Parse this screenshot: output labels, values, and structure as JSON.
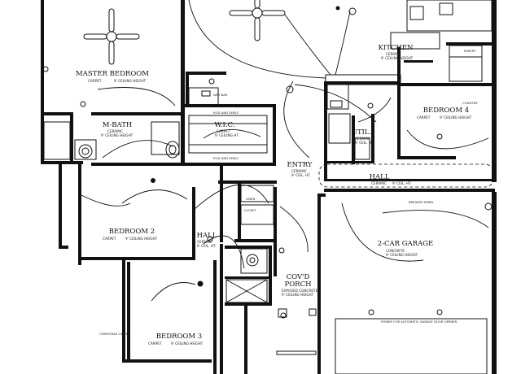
{
  "rooms": {
    "master_bedroom": {
      "name": "MASTER BEDROOM",
      "line1": "CARPET",
      "line2": "9' CEILING HEIGHT"
    },
    "m_bath": {
      "name": "M-BATH",
      "line1": "CERAMIC",
      "line2": "9' CEILING HEIGHT"
    },
    "wic": {
      "name": "W.I.C.",
      "line1": "CARPET",
      "line2": "9' CEILING HT."
    },
    "kitchen": {
      "name": "KITCHEN",
      "line1": "CERAMIC",
      "line2": "9' CEILING HEIGHT"
    },
    "bedroom4": {
      "name": "BEDROOM 4",
      "line1": "CARPET",
      "line2": "9' CEILING HEIGHT"
    },
    "entry": {
      "name": "ENTRY",
      "line1": "CERAMIC",
      "line2": "9' CEIL. HT."
    },
    "util": {
      "name": "UTIL.",
      "line1": "CERAMIC",
      "line2": "9' CEIL. HT."
    },
    "hall_east": {
      "name": "HALL",
      "line1": "CERAMIC",
      "line2": "9' CEIL. HT."
    },
    "bedroom2": {
      "name": "BEDROOM 2",
      "line1": "CARPET",
      "line2": "9' CEILING HEIGHT"
    },
    "hall_west": {
      "name": "HALL",
      "line1": "CERAMIC",
      "line2": "9' CEIL. HT."
    },
    "garage": {
      "name": "2-CAR GARAGE",
      "line1": "CONCRETE",
      "line2": "9' CEILING HEIGHT"
    },
    "covd_porch": {
      "name1": "COV'D",
      "name2": "PORCH",
      "line1": "EXPOSED CONCRETE",
      "line2": "9' CEILING HEIGHT"
    },
    "bedroom3": {
      "name": "BEDROOM 3",
      "line1": "CARPET",
      "line2": "9' CEILING HEIGHT"
    }
  },
  "annotations": {
    "rod_shelf": "ROD AND SHELF",
    "rod_shelf_alt": "ROD AND SHELF",
    "closet": "CLOSET",
    "linen": "LINEN",
    "pantry": "PANTRY",
    "wet_bar": "WET BAR",
    "breaker_panel": "BREAKER PANEL",
    "garage_door_opener": "POWER FOR AUTOMATIC GARAGE DOOR OPENER",
    "christmas_lights": "CHRISTMAS LIGHTS",
    "counter": "COUNTER"
  }
}
